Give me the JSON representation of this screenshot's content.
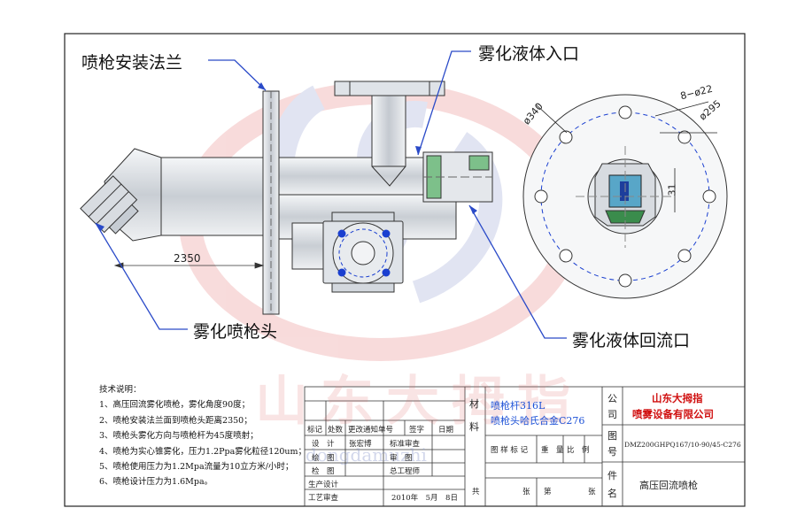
{
  "callouts": {
    "flange": "喷枪安装法兰",
    "inlet": "雾化液体入口",
    "nozzle_head": "雾化喷枪头",
    "return_outlet": "雾化液体回流口"
  },
  "dimensions": {
    "length": "2350",
    "dia_340": "ø340",
    "holes": "8−ø22",
    "dia_295": "ø295",
    "h31": "31"
  },
  "notes": {
    "title": "技术说明：",
    "items": [
      "1、高压回流雾化喷枪，雾化角度90度；",
      "2、喷枪安装法兰面到喷枪头距离2350；",
      "3、喷枪头雾化方向与喷枪杆为45度喷射；",
      "4、喷枪为实心锥雾化，压力1.2Ppa雾化粒径120um；",
      "5、喷枪使用压力为1.2Mpa流量为10立方米/小时；",
      "6、喷枪设计压力为1.6Mpa。"
    ]
  },
  "title_block": {
    "rev_headers": [
      "标记",
      "处数",
      "更改通知单号",
      "签字",
      "日期"
    ],
    "rows": [
      {
        "label": "设　计",
        "value": "张宏博",
        "label2": "标准审查"
      },
      {
        "label": "绘　图",
        "value": "",
        "label2": "审　图"
      },
      {
        "label": "检　图",
        "value": "",
        "label2": "总工程师"
      },
      {
        "label": "生产设计",
        "value": "",
        "label2": ""
      },
      {
        "label": "工艺审查",
        "value": "",
        "label2": "2010年　5月　8日"
      }
    ],
    "material_label": "材料",
    "material_1": "喷枪杆316L",
    "material_2": "喷枪头哈氏合金C276",
    "info_headers": [
      "图 样 标 记",
      "重　量",
      "比　例"
    ],
    "sheet_total": "共",
    "sheet_total_unit": "张",
    "sheet_no": "第",
    "sheet_no_unit": "张",
    "company_label": "公司",
    "company_1": "山东大拇指",
    "company_2": "喷雾设备有限公司",
    "drawing_no_label": "图号",
    "drawing_no": "DMZ200GHPQ167/10-90/45-C276",
    "part_name_label": "件名",
    "part_name": "高压回流喷枪"
  },
  "watermark": {
    "text_1": "山东大拇指",
    "text_2": "dongdamuzhi"
  },
  "colors": {
    "line": "#333333",
    "part_fill": "#dde1e6",
    "flange_blue": "#1a3fd0",
    "callout_line": "#2a4ac8",
    "company_red": "#d01010"
  }
}
